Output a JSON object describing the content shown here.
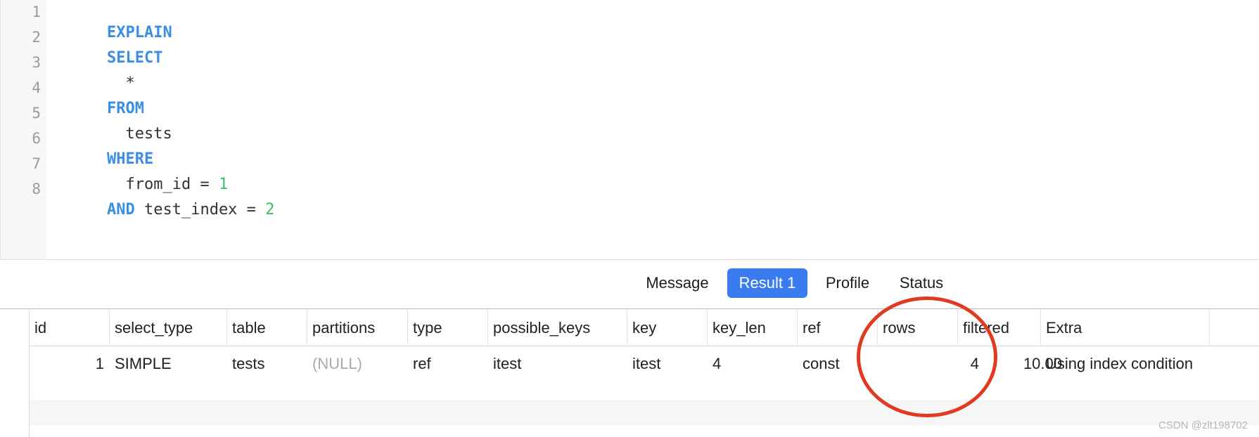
{
  "editor": {
    "line_numbers": [
      "1",
      "2",
      "3",
      "4",
      "5",
      "6",
      "7",
      "8"
    ],
    "lines": [
      [
        {
          "t": "EXPLAIN",
          "k": "kw"
        }
      ],
      [
        {
          "t": "SELECT",
          "k": "kw"
        }
      ],
      [
        {
          "t": "  *",
          "k": "plain"
        }
      ],
      [
        {
          "t": "FROM",
          "k": "kw"
        }
      ],
      [
        {
          "t": "  tests",
          "k": "plain"
        }
      ],
      [
        {
          "t": "WHERE",
          "k": "kw"
        }
      ],
      [
        {
          "t": "  from_id = ",
          "k": "plain"
        },
        {
          "t": "1",
          "k": "num"
        }
      ],
      [
        {
          "t": "AND",
          "k": "kw"
        },
        {
          "t": " test_index = ",
          "k": "plain"
        },
        {
          "t": "2",
          "k": "num"
        }
      ]
    ]
  },
  "tabs": {
    "message": "Message",
    "result": "Result 1",
    "profile": "Profile",
    "status": "Status"
  },
  "grid": {
    "headers": {
      "id": "id",
      "select_type": "select_type",
      "table": "table",
      "partitions": "partitions",
      "type": "type",
      "possible_keys": "possible_keys",
      "key": "key",
      "key_len": "key_len",
      "ref": "ref",
      "rows": "rows",
      "filtered": "filtered",
      "extra": "Extra"
    },
    "row": {
      "id": "1",
      "select_type": "SIMPLE",
      "table": "tests",
      "partitions": "(NULL)",
      "type": "ref",
      "possible_keys": "itest",
      "key": "itest",
      "key_len": "4",
      "ref": "const",
      "rows": "4",
      "filtered": "10.00",
      "extra": "Using index condition"
    }
  },
  "watermark": "CSDN @zlt198702",
  "colors": {
    "keyword": "#3a8ee6",
    "number": "#3dbf6a",
    "active_tab": "#3a7cf0",
    "annotation": "#e03a22"
  }
}
